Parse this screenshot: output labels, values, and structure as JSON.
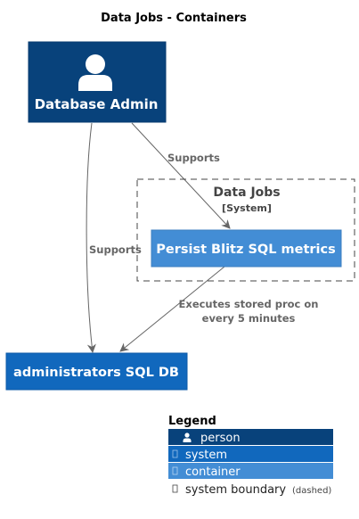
{
  "title": "Data Jobs - Containers",
  "colors": {
    "person": "#08427b",
    "system": "#1168bd",
    "container": "#438dd5",
    "edge": "#666666",
    "boundary": "#444444"
  },
  "nodes": {
    "admin": {
      "label": "Database Admin",
      "icon": "person-icon"
    },
    "boundary": {
      "title": "Data Jobs",
      "subtitle": "[System]"
    },
    "metrics": {
      "label": "Persist Blitz SQL metrics"
    },
    "sqldb": {
      "label": "administrators SQL DB"
    }
  },
  "edges": {
    "admin_to_boundary": {
      "label": "Supports"
    },
    "admin_to_db": {
      "label": "Supports"
    },
    "metrics_to_db": {
      "label_line1": "Executes stored proc on",
      "label_line2": "every 5 minutes"
    }
  },
  "legend": {
    "title": "Legend",
    "items": [
      {
        "label": "person",
        "icon": "person-icon"
      },
      {
        "label": "system",
        "icon": "box-icon"
      },
      {
        "label": "container",
        "icon": "box-icon"
      },
      {
        "label": "system boundary",
        "suffix": "(dashed)",
        "icon": "box-icon"
      }
    ]
  }
}
